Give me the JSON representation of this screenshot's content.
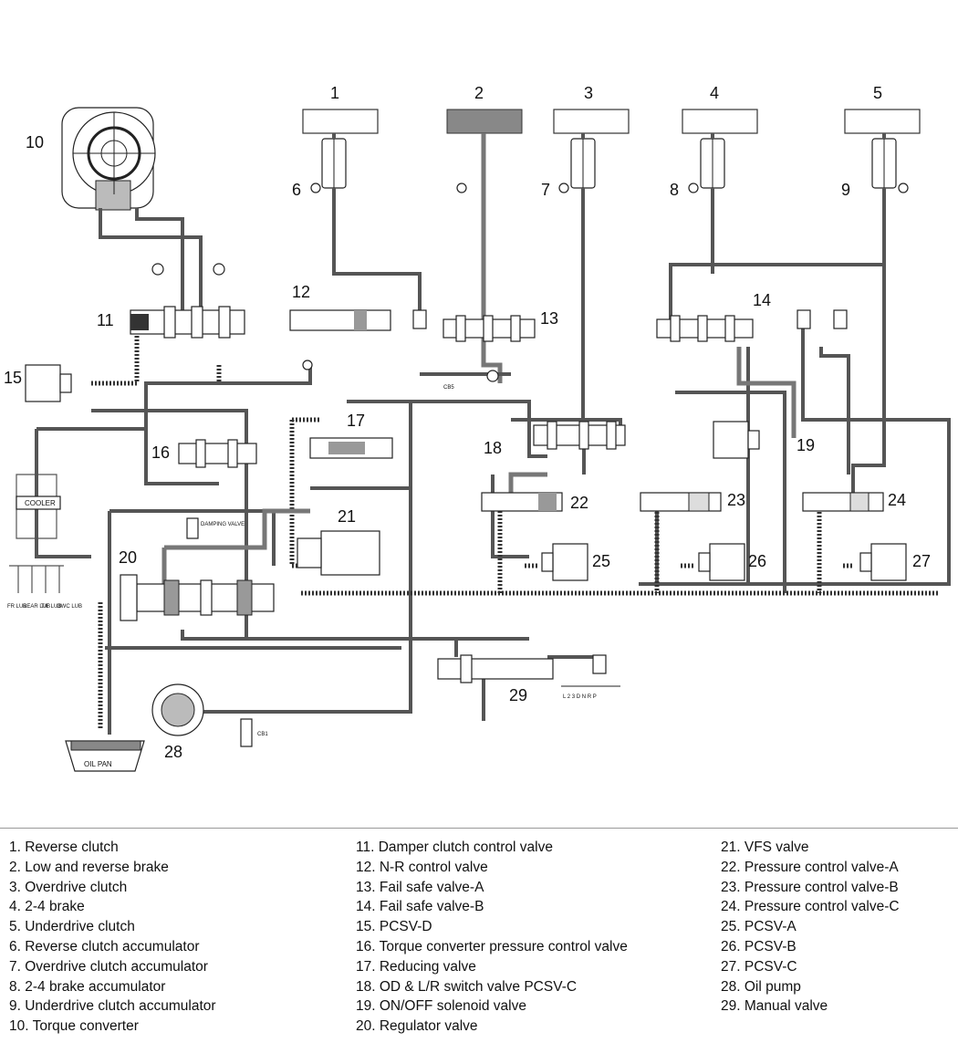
{
  "diagram": {
    "top_labels": [
      "1",
      "2",
      "3",
      "4",
      "5"
    ],
    "callouts": {
      "n6": "6",
      "n7": "7",
      "n8": "8",
      "n9": "9",
      "n10": "10",
      "n11": "11",
      "n12": "12",
      "n13": "13",
      "n14": "14",
      "n15": "15",
      "n16": "16",
      "n17": "17",
      "n18": "18",
      "n19": "19",
      "n20": "20",
      "n21": "21",
      "n22": "22",
      "n23": "23",
      "n24": "24",
      "n25": "25",
      "n26": "26",
      "n27": "27",
      "n28": "28",
      "n29": "29"
    },
    "cooler_label": "COOLER",
    "oil_pan_label": "OIL PAN",
    "damping_valve_label": "DAMPING VALVE",
    "lub_labels": [
      "FR LUB",
      "REAR LUB",
      "T/F LUB",
      "OWC LUB"
    ],
    "check_ball_cb5": "CB5",
    "check_ball_cb1": "CB1",
    "manual_positions": "L 2 3 D N R P"
  },
  "legend": {
    "col1": [
      "1.  Reverse clutch",
      "2.  Low and reverse brake",
      "3.  Overdrive clutch",
      "4.  2-4 brake",
      "5.  Underdrive clutch",
      "6.  Reverse clutch accumulator",
      "7.  Overdrive clutch accumulator",
      "8.  2-4 brake accumulator",
      "9.  Underdrive clutch accumulator",
      "10.  Torque converter"
    ],
    "col2": [
      "11.  Damper clutch control valve",
      "12.  N-R control valve",
      "13.  Fail safe valve-A",
      "14.  Fail safe valve-B",
      "15.  PCSV-D",
      "16.  Torque converter pressure control valve",
      "17.  Reducing valve",
      "18.  OD & L/R switch valve PCSV-C",
      "19.  ON/OFF solenoid valve",
      "20.  Regulator valve"
    ],
    "col3": [
      "21.  VFS valve",
      "22.  Pressure control valve-A",
      "23.  Pressure control valve-B",
      "24.  Pressure control valve-C",
      "25.  PCSV-A",
      "26.  PCSV-B",
      "27.  PCSV-C",
      "28.  Oil pump",
      "29.  Manual valve"
    ]
  }
}
